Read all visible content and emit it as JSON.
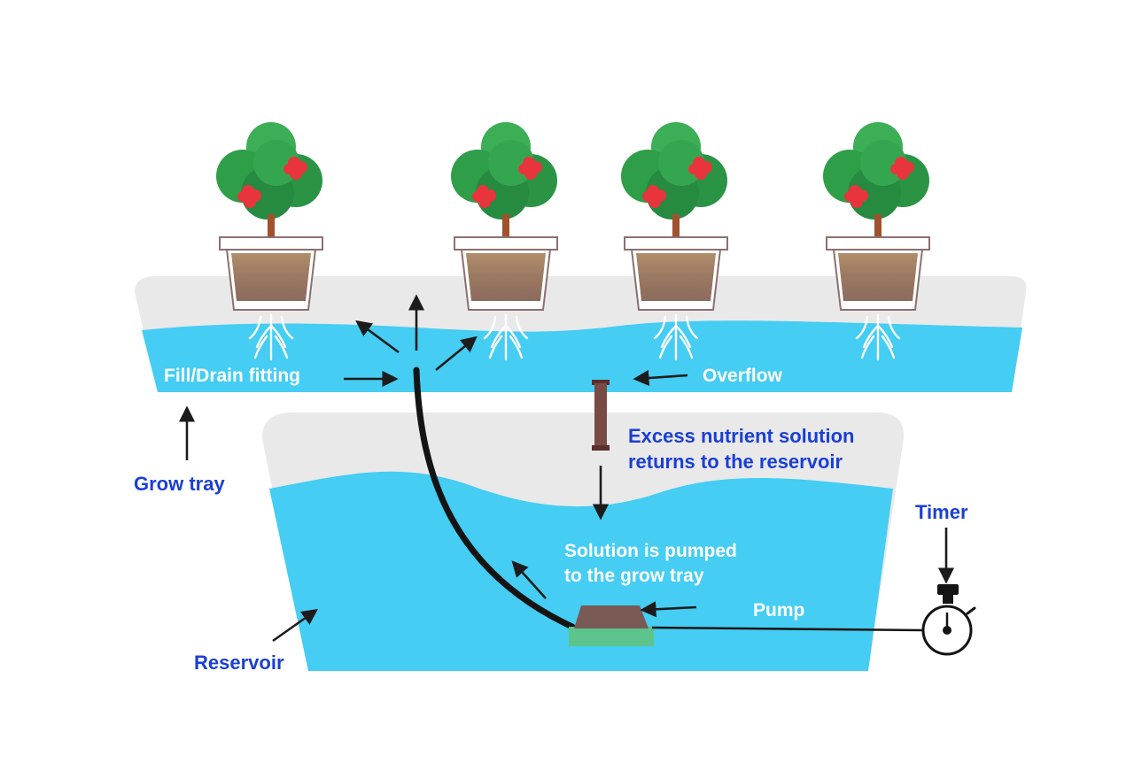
{
  "labels": {
    "fill_drain": "Fill/Drain fitting",
    "overflow": "Overflow",
    "grow_tray": "Grow tray",
    "excess_line1": "Excess nutrient solution",
    "excess_line2": "returns to the reservoir",
    "timer": "Timer",
    "pumped_line1": "Solution is pumped",
    "pumped_line2": "to the grow tray",
    "pump": "Pump",
    "reservoir": "Reservoir"
  },
  "colors": {
    "water": "#45cdf3",
    "tray_gray": "#e9e9ea",
    "leaf": "#2e9e48",
    "flower": "#e8343c",
    "label_blue": "#1a3fd6",
    "pump_body": "#7a5a54",
    "pump_base": "#5cc48c"
  },
  "plants": [
    {
      "name": "plant-1"
    },
    {
      "name": "plant-2"
    },
    {
      "name": "plant-3"
    },
    {
      "name": "plant-4"
    }
  ]
}
